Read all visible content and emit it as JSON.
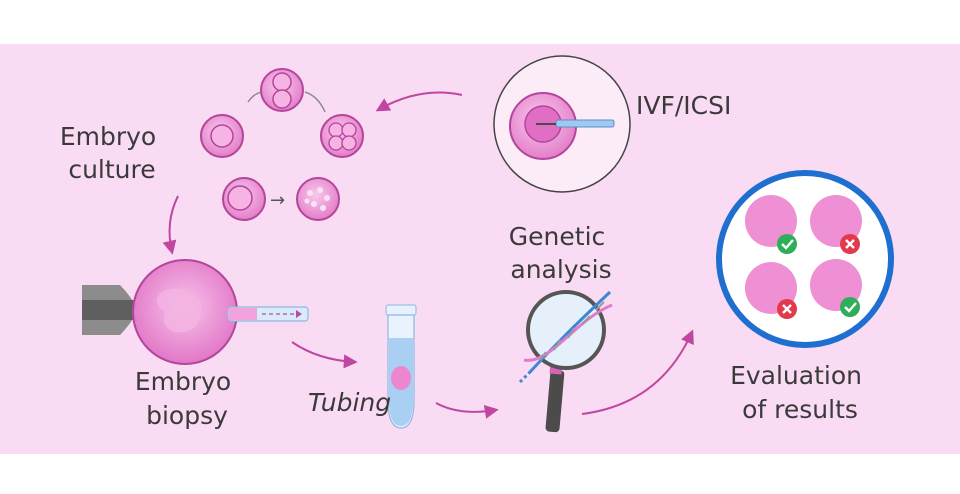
{
  "labels": {
    "embryo_culture": [
      "Embryo",
      "culture"
    ],
    "ivf_icsi": "IVF/ICSI",
    "genetic_analysis": [
      "Genetic",
      "analysis"
    ],
    "embryo_biopsy": [
      "Embryo",
      "biopsy"
    ],
    "tubing": "Tubing",
    "evaluation": [
      "Evaluation",
      "of results"
    ]
  },
  "colors": {
    "background": "#f9dcf3",
    "embryo_pink": "#e77fcc",
    "embryo_light": "#f4b6e6",
    "embryo_outline": "#b3459b",
    "arrow": "#c0469f",
    "blue_ring": "#1e6fcf",
    "check_green": "#2fae5a",
    "cross_red": "#e23a4b",
    "tube_blue": "#9fc8f2"
  },
  "icons": {
    "check": "check-icon",
    "cross": "cross-icon",
    "culture_arrow": "→"
  }
}
